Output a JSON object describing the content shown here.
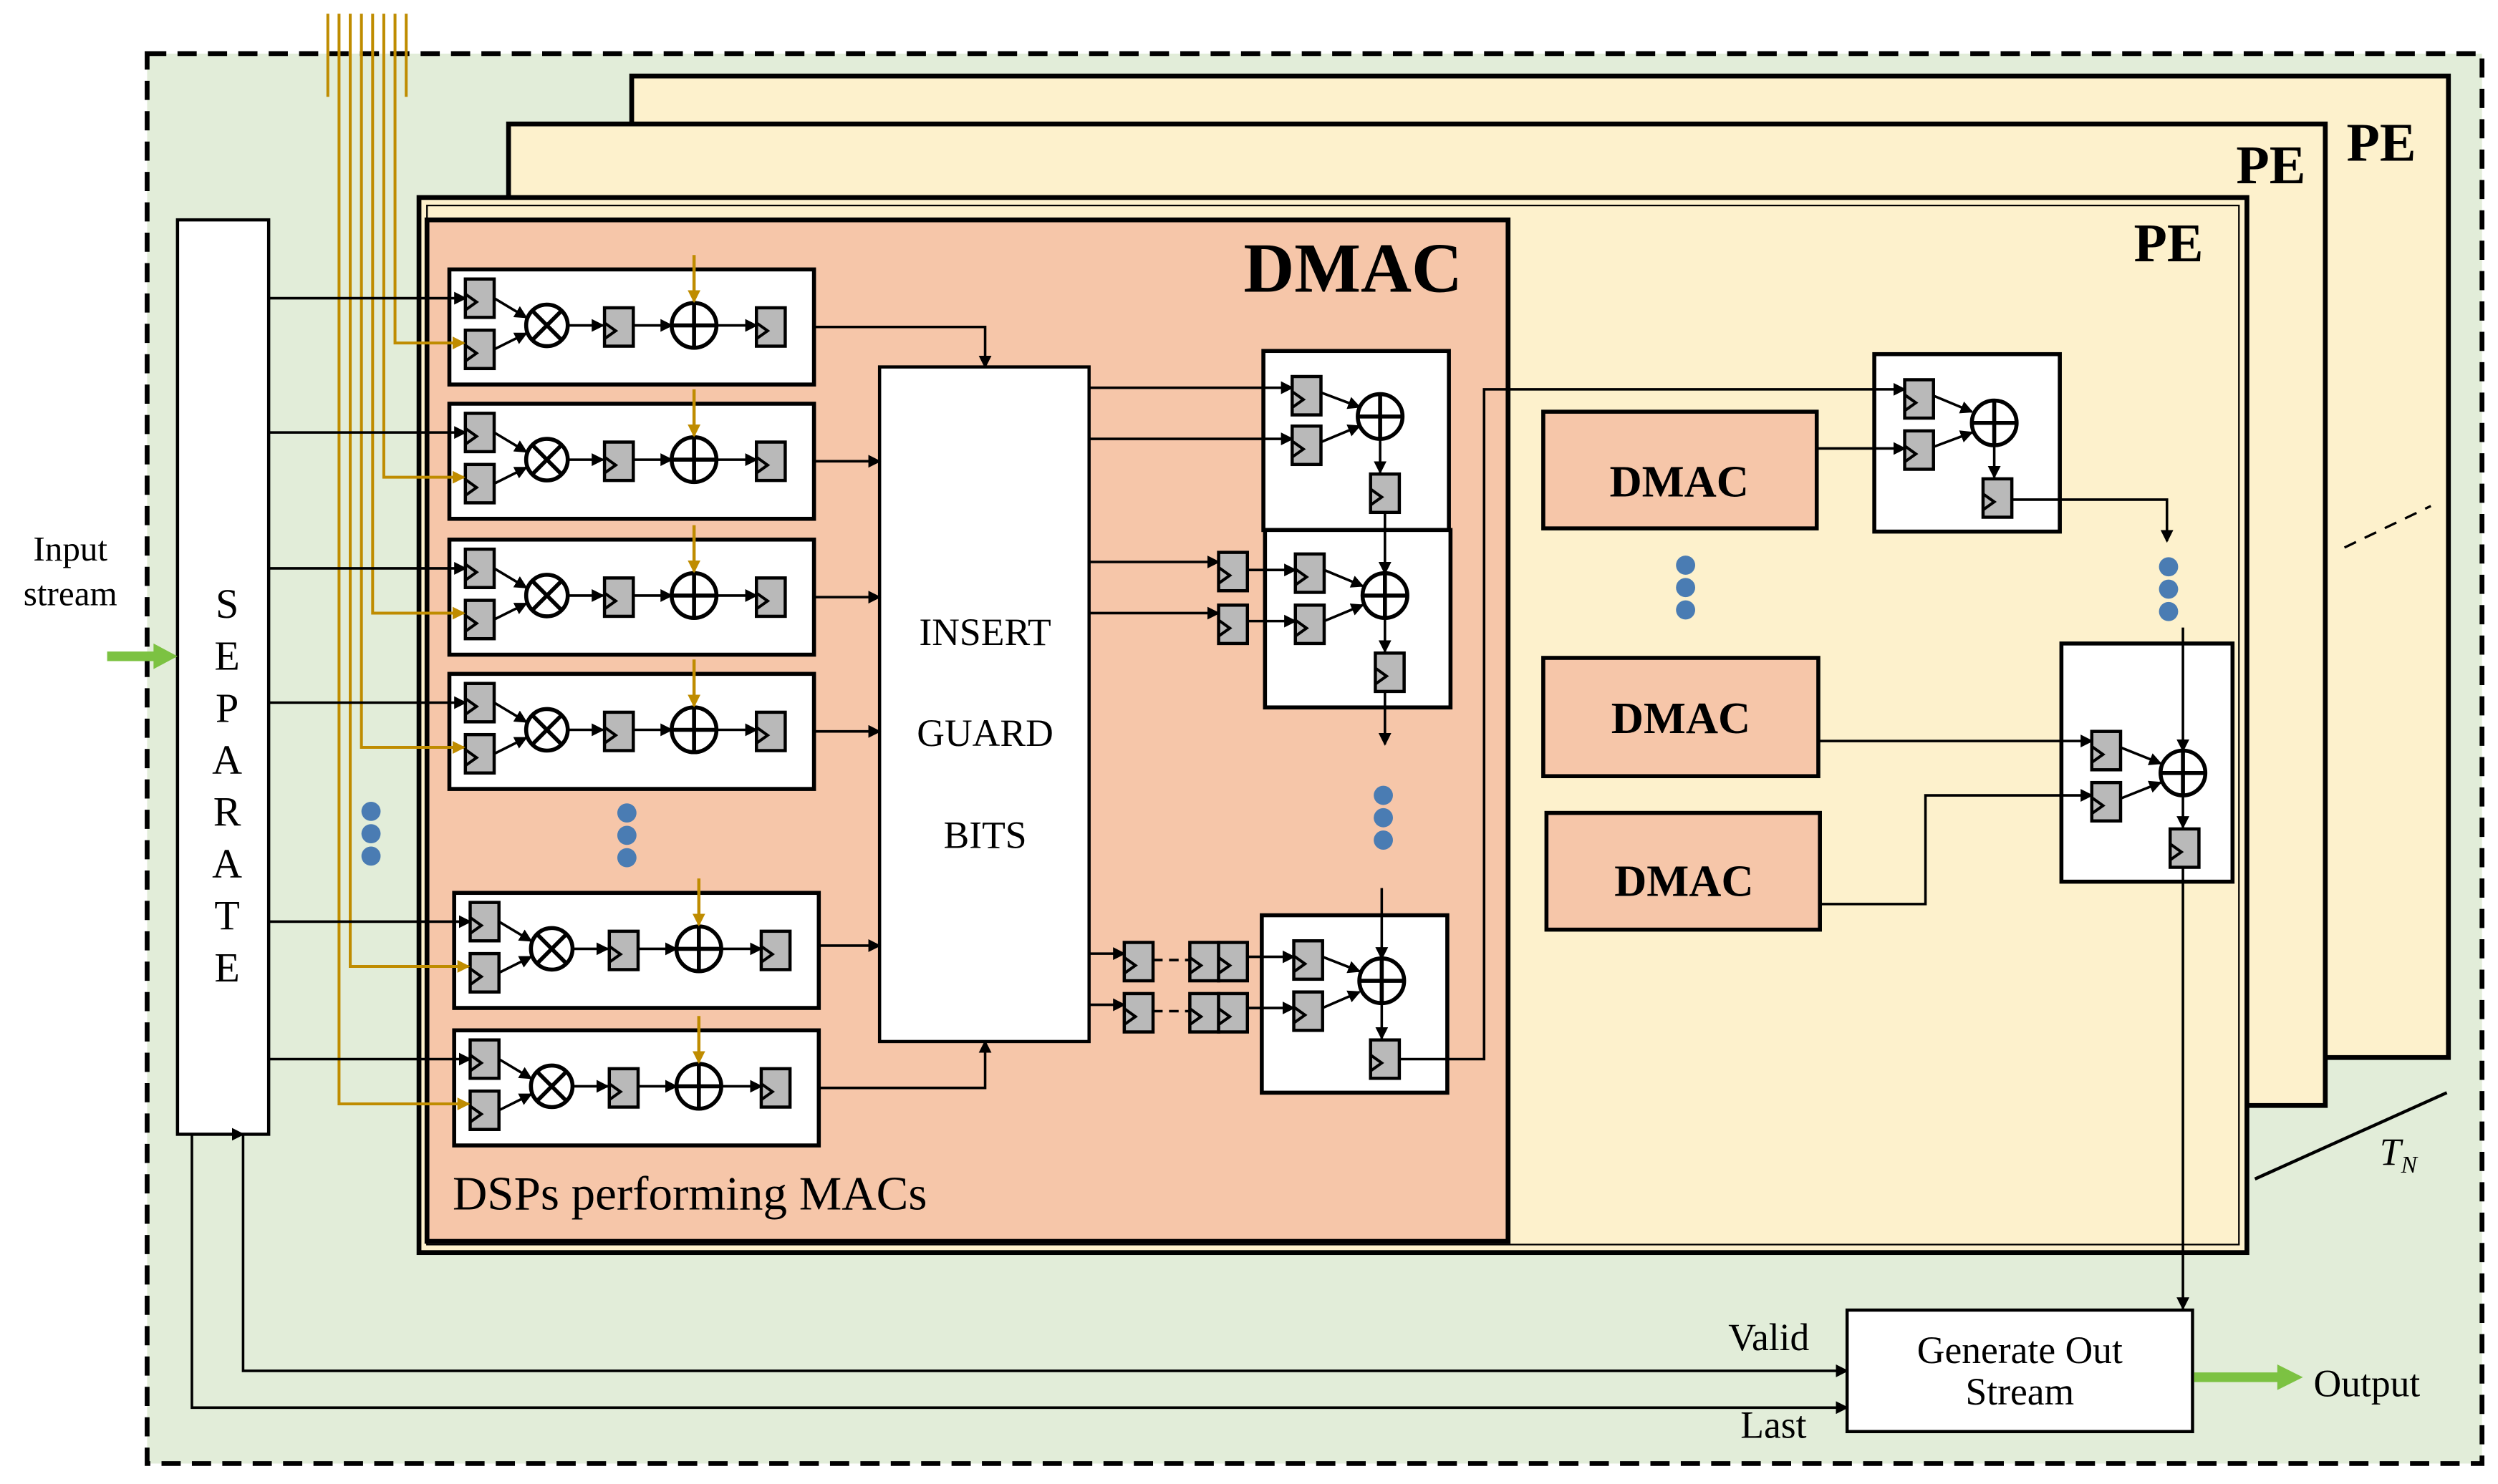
{
  "diagram": {
    "input_label_line1": "Input",
    "input_label_line2": "stream",
    "separate_letters": [
      "S",
      "E",
      "P",
      "A",
      "R",
      "A",
      "T",
      "E"
    ],
    "dmac_title": "DMAC",
    "pe_label": "PE",
    "insert_line1": "INSERT",
    "insert_line2": "GUARD",
    "insert_line3": "BITS",
    "dsp_caption": "DSPs performing MACs",
    "dmac_box_label": "DMAC",
    "tn_label": "T",
    "tn_sub": "N",
    "valid_label": "Valid",
    "last_label": "Last",
    "generate_line1": "Generate Out",
    "generate_line2": "Stream",
    "output_label": "Output",
    "colors": {
      "outer_bg": "#e2edd9",
      "pe_bg": "#fdf1cc",
      "dmac_bg": "#f6c6a9",
      "register": "#b9b9b9",
      "gold_line": "#bf8c00",
      "dot": "#4a7cb3",
      "arrow_green": "#7cc242"
    }
  }
}
